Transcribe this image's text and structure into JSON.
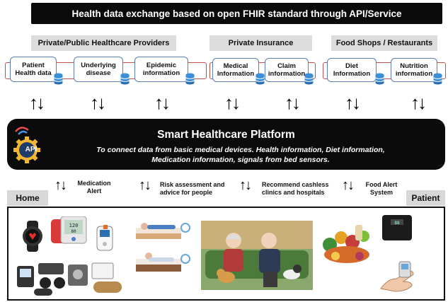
{
  "banner": {
    "title": "Health data exchange based on open FHIR standard through API/Service"
  },
  "groups": {
    "providers": {
      "label": "Private/Public Healthcare Providers"
    },
    "insurance": {
      "label": "Private Insurance"
    },
    "food": {
      "label": "Food Shops / Restaurants"
    }
  },
  "services": [
    {
      "label": "Patient\nHealth data"
    },
    {
      "label": "Underlying\ndisease"
    },
    {
      "label": "Epidemic\ninformation"
    },
    {
      "label": "Medical\nInformation"
    },
    {
      "label": "Claim\ninformation"
    },
    {
      "label": "Diet\nInformation"
    },
    {
      "label": "Nutrition\ninformation"
    }
  ],
  "platform": {
    "icon_text": "API",
    "title": "Smart Healthcare Platform",
    "desc_line1": "To connect data from basic medical devices. Health information, Diet information,",
    "desc_line2": "Medication information, signals from bed sensors."
  },
  "side_labels": {
    "home": "Home",
    "patient": "Patient"
  },
  "flows": [
    {
      "line1": "Medication",
      "line2": "Alert"
    },
    {
      "line1": "Risk assessment and",
      "line2": "advice for people"
    },
    {
      "line1": "Recommend cashless",
      "line2": "clinics and hospitals"
    },
    {
      "line1": "Food Alert",
      "line2": "System"
    }
  ],
  "icons": {
    "arrows": "up-down-arrows-icon",
    "database": "database-icon",
    "api_gear": "api-gear-icon",
    "smartwatch": "smartwatch-icon",
    "blood_pressure": "blood-pressure-monitor-icon",
    "glucometer": "glucometer-icon",
    "bed": "bed-sensor-icon",
    "elderly": "elderly-couple-photo",
    "food": "food-basket-photo",
    "scale": "smart-scale-icon",
    "hand": "hand-device-icon"
  },
  "colors": {
    "banner": "#0b0b0b",
    "box_border": "#5b7fb5",
    "bracket": "#c0504d",
    "label_bg": "#dcdcdc",
    "db": "#3b8fd9"
  }
}
